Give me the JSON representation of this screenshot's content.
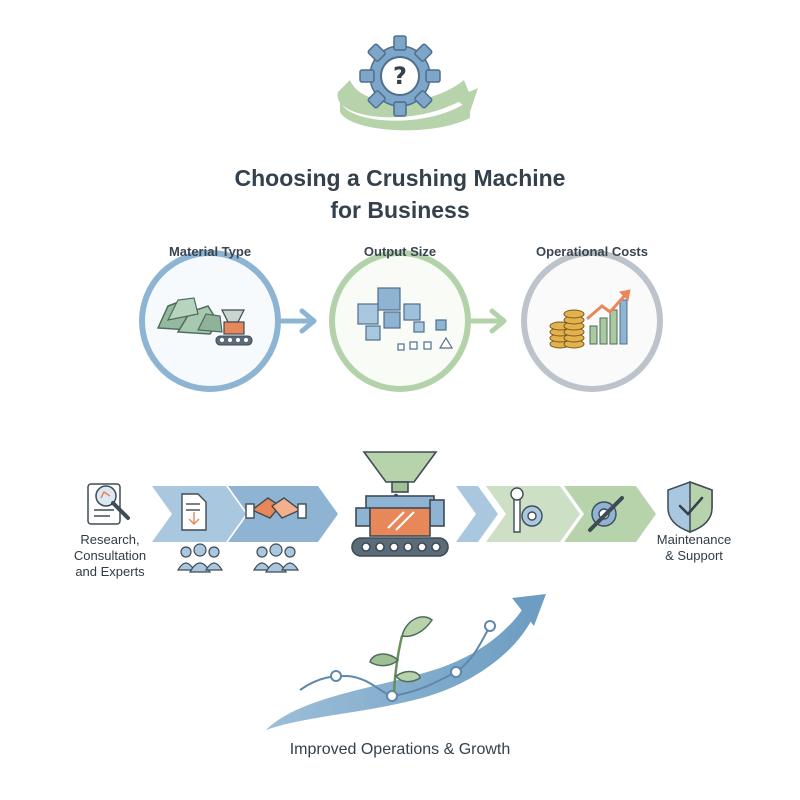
{
  "title": {
    "line1": "Choosing a Crushing Machine",
    "line2": "for Business"
  },
  "criteria": [
    {
      "label": "Material Type",
      "icon": "rock-pile-crusher-icon",
      "color": "#7fa9c9"
    },
    {
      "label": "Output Size",
      "icon": "cubes-icon",
      "color": "#a9c9a0"
    },
    {
      "label": "Operational Costs",
      "icon": "coins-growth-chart-icon",
      "color": "#b4bcc4"
    }
  ],
  "process": {
    "start_label": [
      "Research,",
      "Consultation",
      "and Experts"
    ],
    "end_label": [
      "Maintenance",
      "& Support"
    ]
  },
  "footer": "Improved Operations & Growth",
  "colors": {
    "blue": "#7fa9c9",
    "green": "#a9c9a0",
    "gray": "#b4bcc4",
    "orange": "#e8875a",
    "dark": "#34404b"
  }
}
